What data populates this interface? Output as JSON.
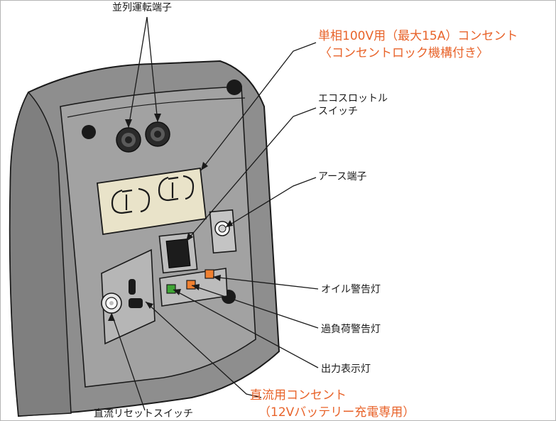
{
  "labels": {
    "parallel_terminal": "並列運転端子",
    "ac_outlet_line1": "単相100V用（最大15A）コンセント",
    "ac_outlet_line2": "〈コンセントロック機構付き〉",
    "eco_switch_line1": "エコスロットル",
    "eco_switch_line2": "スイッチ",
    "earth_terminal": "アース端子",
    "oil_warning": "オイル警告灯",
    "overload_warning": "過負荷警告灯",
    "output_indicator": "出力表示灯",
    "dc_outlet_line1": "直流用コンセント",
    "dc_outlet_line2": "（12Vバッテリー充電専用）",
    "dc_reset_switch": "直流リセットスイッチ"
  },
  "colors": {
    "accent": "#e8632a",
    "panel_body": "#8e8e8e",
    "panel_face": "#a2a2a2",
    "outlet_plate": "#e9e3c9",
    "indicator_green": "#3fa535",
    "indicator_orange": "#f08030"
  }
}
